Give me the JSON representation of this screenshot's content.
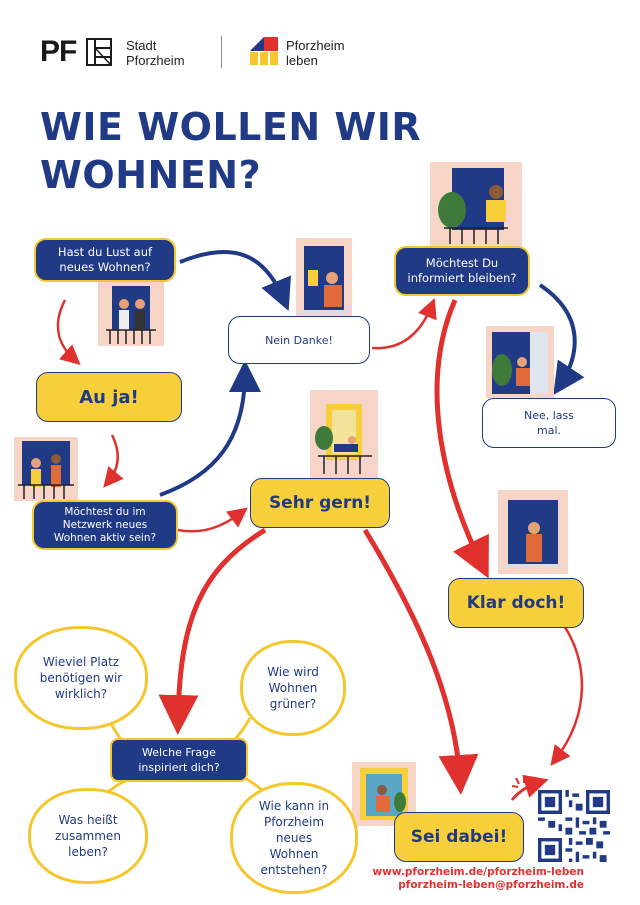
{
  "header": {
    "logo_pf": "PF",
    "org_line1": "Stadt",
    "org_line2": "Pforzheim",
    "brand_line1": "Pforzheim",
    "brand_line2": "leben"
  },
  "title": {
    "line1": "WIE WOLLEN WIR",
    "line2": "WOHNEN?"
  },
  "bubbles": {
    "lust": "Hast du Lust auf neues Wohnen?",
    "nein": "Nein Danke!",
    "info": "Möchtest Du informiert bleiben?",
    "nee": "Nee, lass mal.",
    "auja": "Au ja!",
    "netzwerk": "Möchtest du im Netzwerk neues Wohnen aktiv sein?",
    "sehrgern": "Sehr gern!",
    "klardoch": "Klar doch!",
    "platz": "Wieviel Platz benötigen wir wirklich?",
    "gruener": "Wie wird Wohnen grüner?",
    "frage": "Welche Frage inspiriert dich?",
    "zusammen": "Was heißt zusammen leben?",
    "entstehen": "Wie kann in Pforzheim neues Wohnen entstehen?",
    "dabei": "Sei dabei!"
  },
  "footer": {
    "url": "www.pforzheim.de/pforzheim-leben",
    "email": "pforzheim-leben@pforzheim.de"
  },
  "colors": {
    "navy": "#213a86",
    "yellow": "#f7cf3a",
    "red": "#e0312e",
    "wall": "#f6d5c6"
  }
}
